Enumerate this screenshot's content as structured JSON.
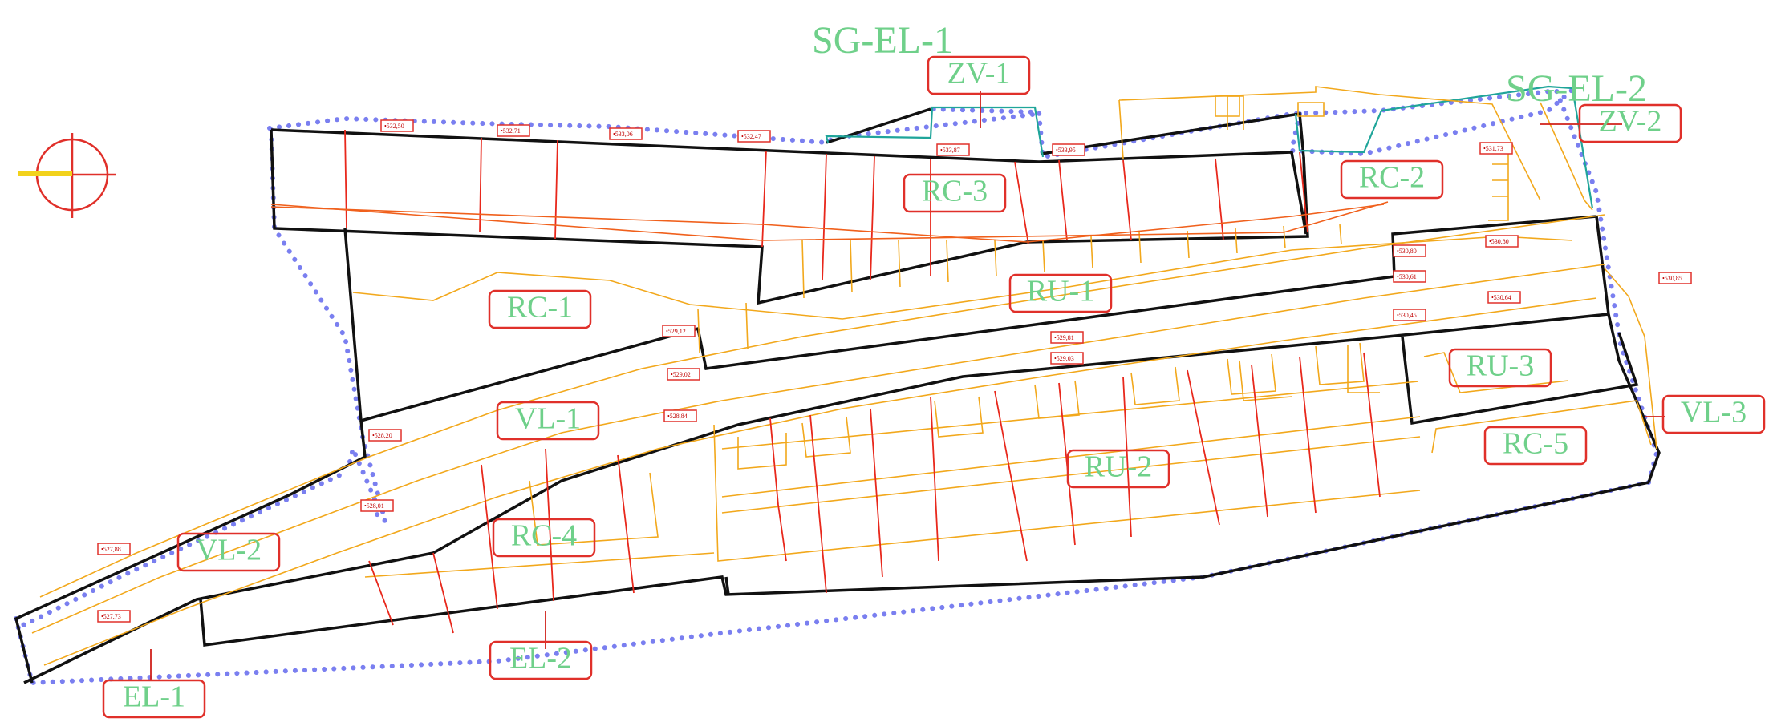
{
  "zones": [
    {
      "id": "sg_el_1",
      "label": "SG-EL-1",
      "style": "big"
    },
    {
      "id": "sg_el_2",
      "label": "SG-EL-2",
      "style": "big"
    },
    {
      "id": "zv_1",
      "label": "ZV-1"
    },
    {
      "id": "zv_2",
      "label": "ZV-2"
    },
    {
      "id": "rc_1",
      "label": "RC-1"
    },
    {
      "id": "rc_2",
      "label": "RC-2"
    },
    {
      "id": "rc_3",
      "label": "RC-3"
    },
    {
      "id": "rc_4",
      "label": "RC-4"
    },
    {
      "id": "rc_5",
      "label": "RC-5"
    },
    {
      "id": "ru_1",
      "label": "RU-1"
    },
    {
      "id": "ru_2",
      "label": "RU-2"
    },
    {
      "id": "ru_3",
      "label": "RU-3"
    },
    {
      "id": "vl_1",
      "label": "VL-1"
    },
    {
      "id": "vl_2",
      "label": "VL-2"
    },
    {
      "id": "vl_3",
      "label": "VL-3"
    },
    {
      "id": "el_1",
      "label": "EL-1"
    },
    {
      "id": "el_2",
      "label": "EL-2"
    }
  ],
  "elevations": [
    "532,50",
    "532,71",
    "533,06",
    "532,47",
    "533,87",
    "533,95",
    "531,73",
    "530,80",
    "530,61",
    "530,80",
    "530,85",
    "530,64",
    "530,45",
    "529,81",
    "529,03",
    "529,12",
    "529,02",
    "528,84",
    "528,20",
    "528,01",
    "527,88",
    "527,73"
  ],
  "colors": {
    "zone_label": "#6fd08a",
    "label_frame": "#e0302a",
    "boundary": "#111111",
    "boundary_dots": "#7a7ff0",
    "road_lines": "#f2a81c",
    "lot_lines": "#e8281c",
    "teal_outline": "#1fa59a"
  },
  "icons": {
    "north_arrow": "north-arrow-icon"
  }
}
